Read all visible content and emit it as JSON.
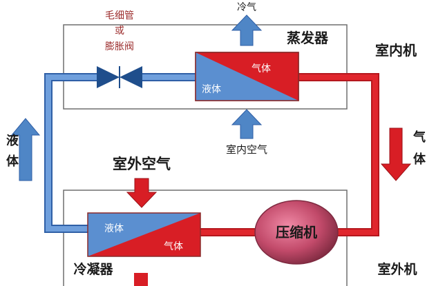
{
  "labels": {
    "capillary_line1": "毛细管",
    "capillary_line2": "或",
    "capillary_line3": "膨胀阀",
    "cold_air": "冷气",
    "evaporator": "蒸发器",
    "indoor_unit": "室内机",
    "evaporator_liquid": "液体",
    "evaporator_gas": "气体",
    "indoor_air": "室内空气",
    "left_liquid_char1": "液",
    "left_liquid_char2": "体",
    "right_gas_char1": "气",
    "right_gas_char2": "体",
    "outdoor_air": "室外空气",
    "condenser_liquid": "液体",
    "condenser_gas": "气体",
    "compressor": "压缩机",
    "condenser": "冷凝器",
    "outdoor_unit": "室外机"
  },
  "colors": {
    "liquid_blue": "#5b8fd0",
    "gas_red": "#d81e25",
    "valve_navy": "#1f4e8c",
    "frame_gray": "#6e6e6e",
    "capillary_text": "#9b2b2b",
    "text_dark": "#1a1a1a",
    "compressor_fill": "#c24a6a"
  }
}
